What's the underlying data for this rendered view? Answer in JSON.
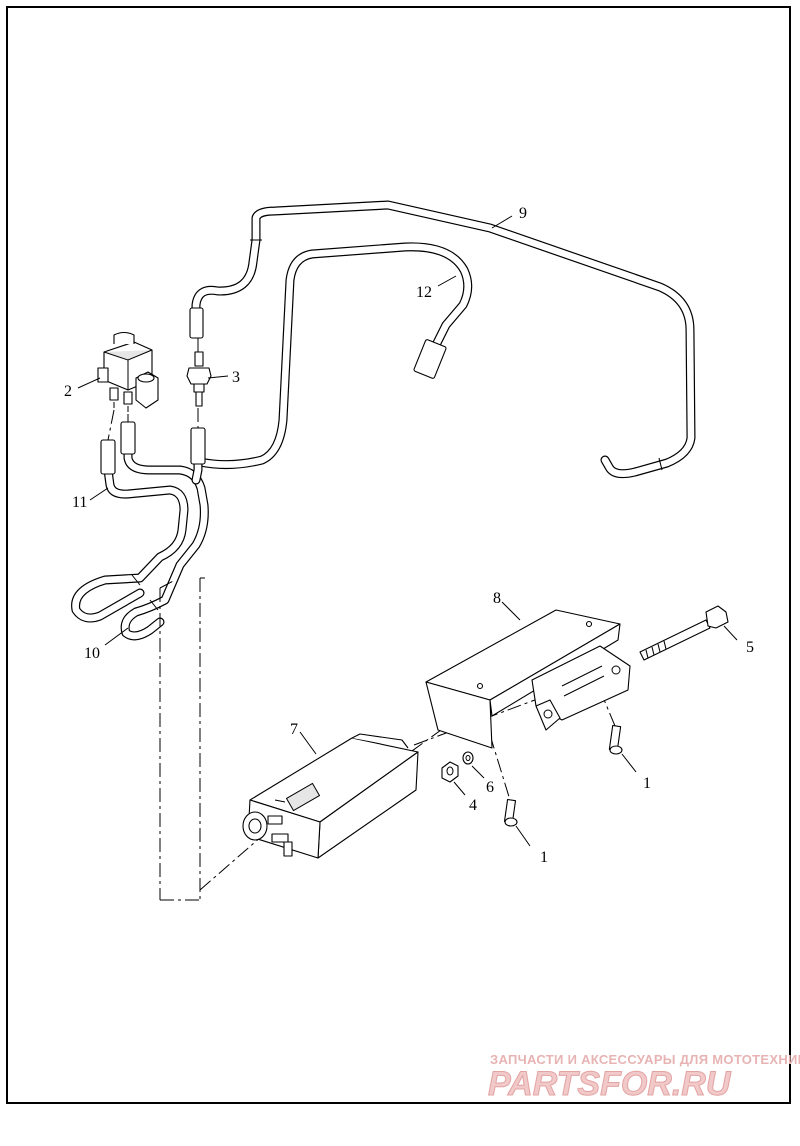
{
  "callouts": {
    "c1a": "1",
    "c1b": "1",
    "c2": "2",
    "c3": "3",
    "c4": "4",
    "c5": "5",
    "c6": "6",
    "c7": "7",
    "c8": "8",
    "c9": "9",
    "c10": "10",
    "c11": "11",
    "c12": "12"
  },
  "watermark": {
    "subtitle": "ЗАПЧАСТИ И АКСЕССУАРЫ ДЛЯ МОТОТЕХНИКИ",
    "brand": "PARTSFOR.RU"
  }
}
